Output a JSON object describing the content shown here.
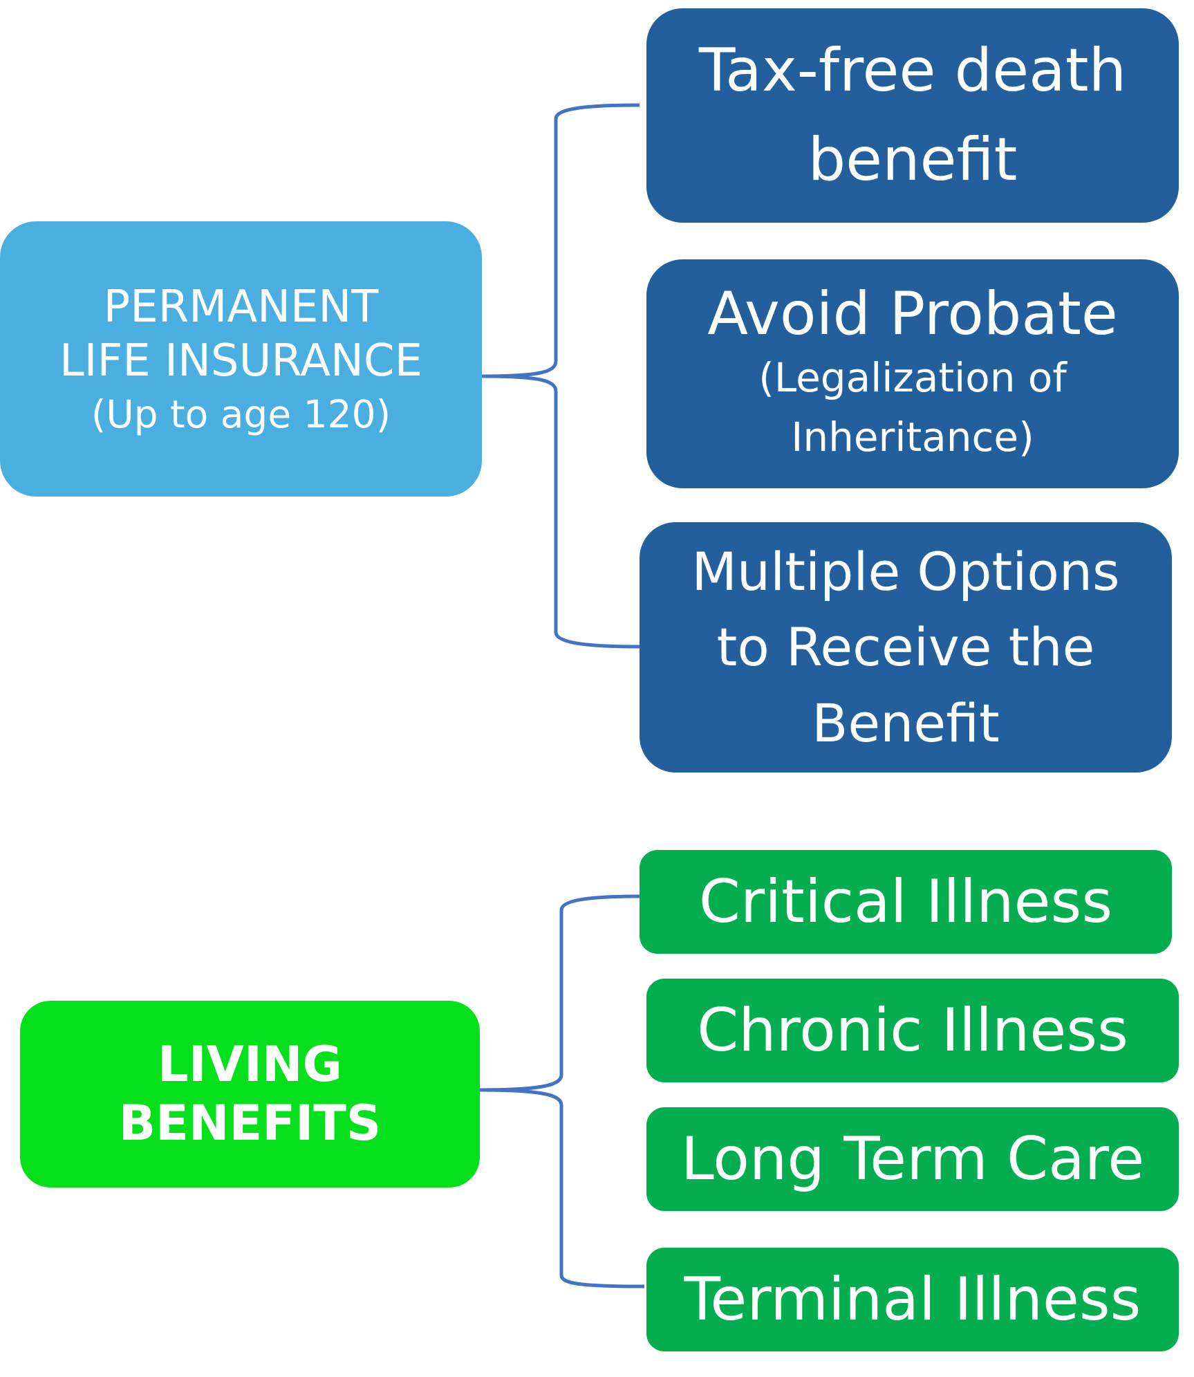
{
  "diagram": {
    "colors": {
      "permanent_root": "#4aafe0",
      "living_root": "#06df1c",
      "blue_child": "#225f9c",
      "green_child": "#03ad50",
      "connector": "#4472c4",
      "text": "#ffffff"
    },
    "permanent": {
      "line1": "PERMANENT",
      "line2": "LIFE INSURANCE",
      "sub": "(Up to age 120)",
      "children": [
        {
          "lines": [
            "Tax-free death",
            "benefit"
          ]
        },
        {
          "main": "Avoid Probate",
          "sub_lines": [
            "(Legalization of",
            "Inheritance)"
          ]
        },
        {
          "lines": [
            "Multiple Options",
            "to Receive the",
            "Benefit"
          ]
        }
      ]
    },
    "living": {
      "line1": "LIVING",
      "line2": "BENEFITS",
      "children": [
        {
          "label": "Critical Illness"
        },
        {
          "label": "Chronic Illness"
        },
        {
          "label": "Long Term Care"
        },
        {
          "label": "Terminal Illness"
        }
      ]
    }
  }
}
